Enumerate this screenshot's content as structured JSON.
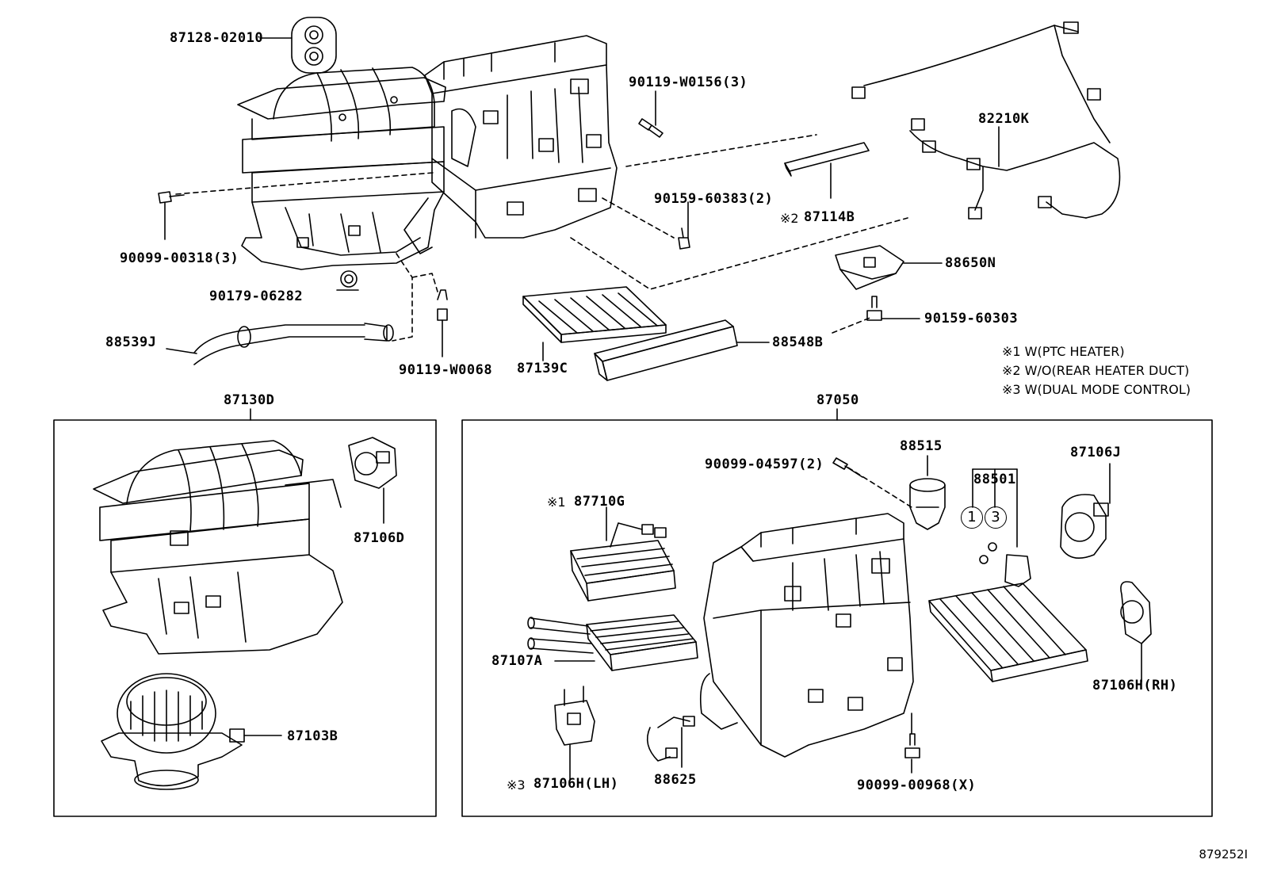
{
  "parts": {
    "p87128": "87128-02010",
    "p90119a": "90119-W0156(3)",
    "p82210k": "82210K",
    "p87114b": "87114B",
    "p90159a": "90159-60383(2)",
    "p90099a": "90099-00318(3)",
    "p88650n": "88650N",
    "p90179": "90179-06282",
    "p90159b": "90159-60303",
    "p88539j": "88539J",
    "p88548b": "88548B",
    "p90119b": "90119-W0068",
    "p87139c": "87139C",
    "p87130d": "87130D",
    "p87050": "87050",
    "p87106d": "87106D",
    "p90099b": "90099-04597(2)",
    "p88515": "88515",
    "p87106j": "87106J",
    "p88501": "88501",
    "p87710g": "87710G",
    "p87107a": "87107A",
    "p87106h_rh": "87106H(RH)",
    "p87103b": "87103B",
    "p87106h_lh": "87106H(LH)",
    "p88625": "88625",
    "p90099c": "90099-00968(X)"
  },
  "markers": {
    "m87114b": "※2",
    "m87710g": "※1",
    "m87106h_lh": "※3"
  },
  "callouts": {
    "c1": "1",
    "c3": "3"
  },
  "notes": [
    "※1 W(PTC HEATER)",
    "※2 W/O(REAR HEATER DUCT)",
    "※3 W(DUAL MODE CONTROL)"
  ],
  "figure_code": "879252I"
}
